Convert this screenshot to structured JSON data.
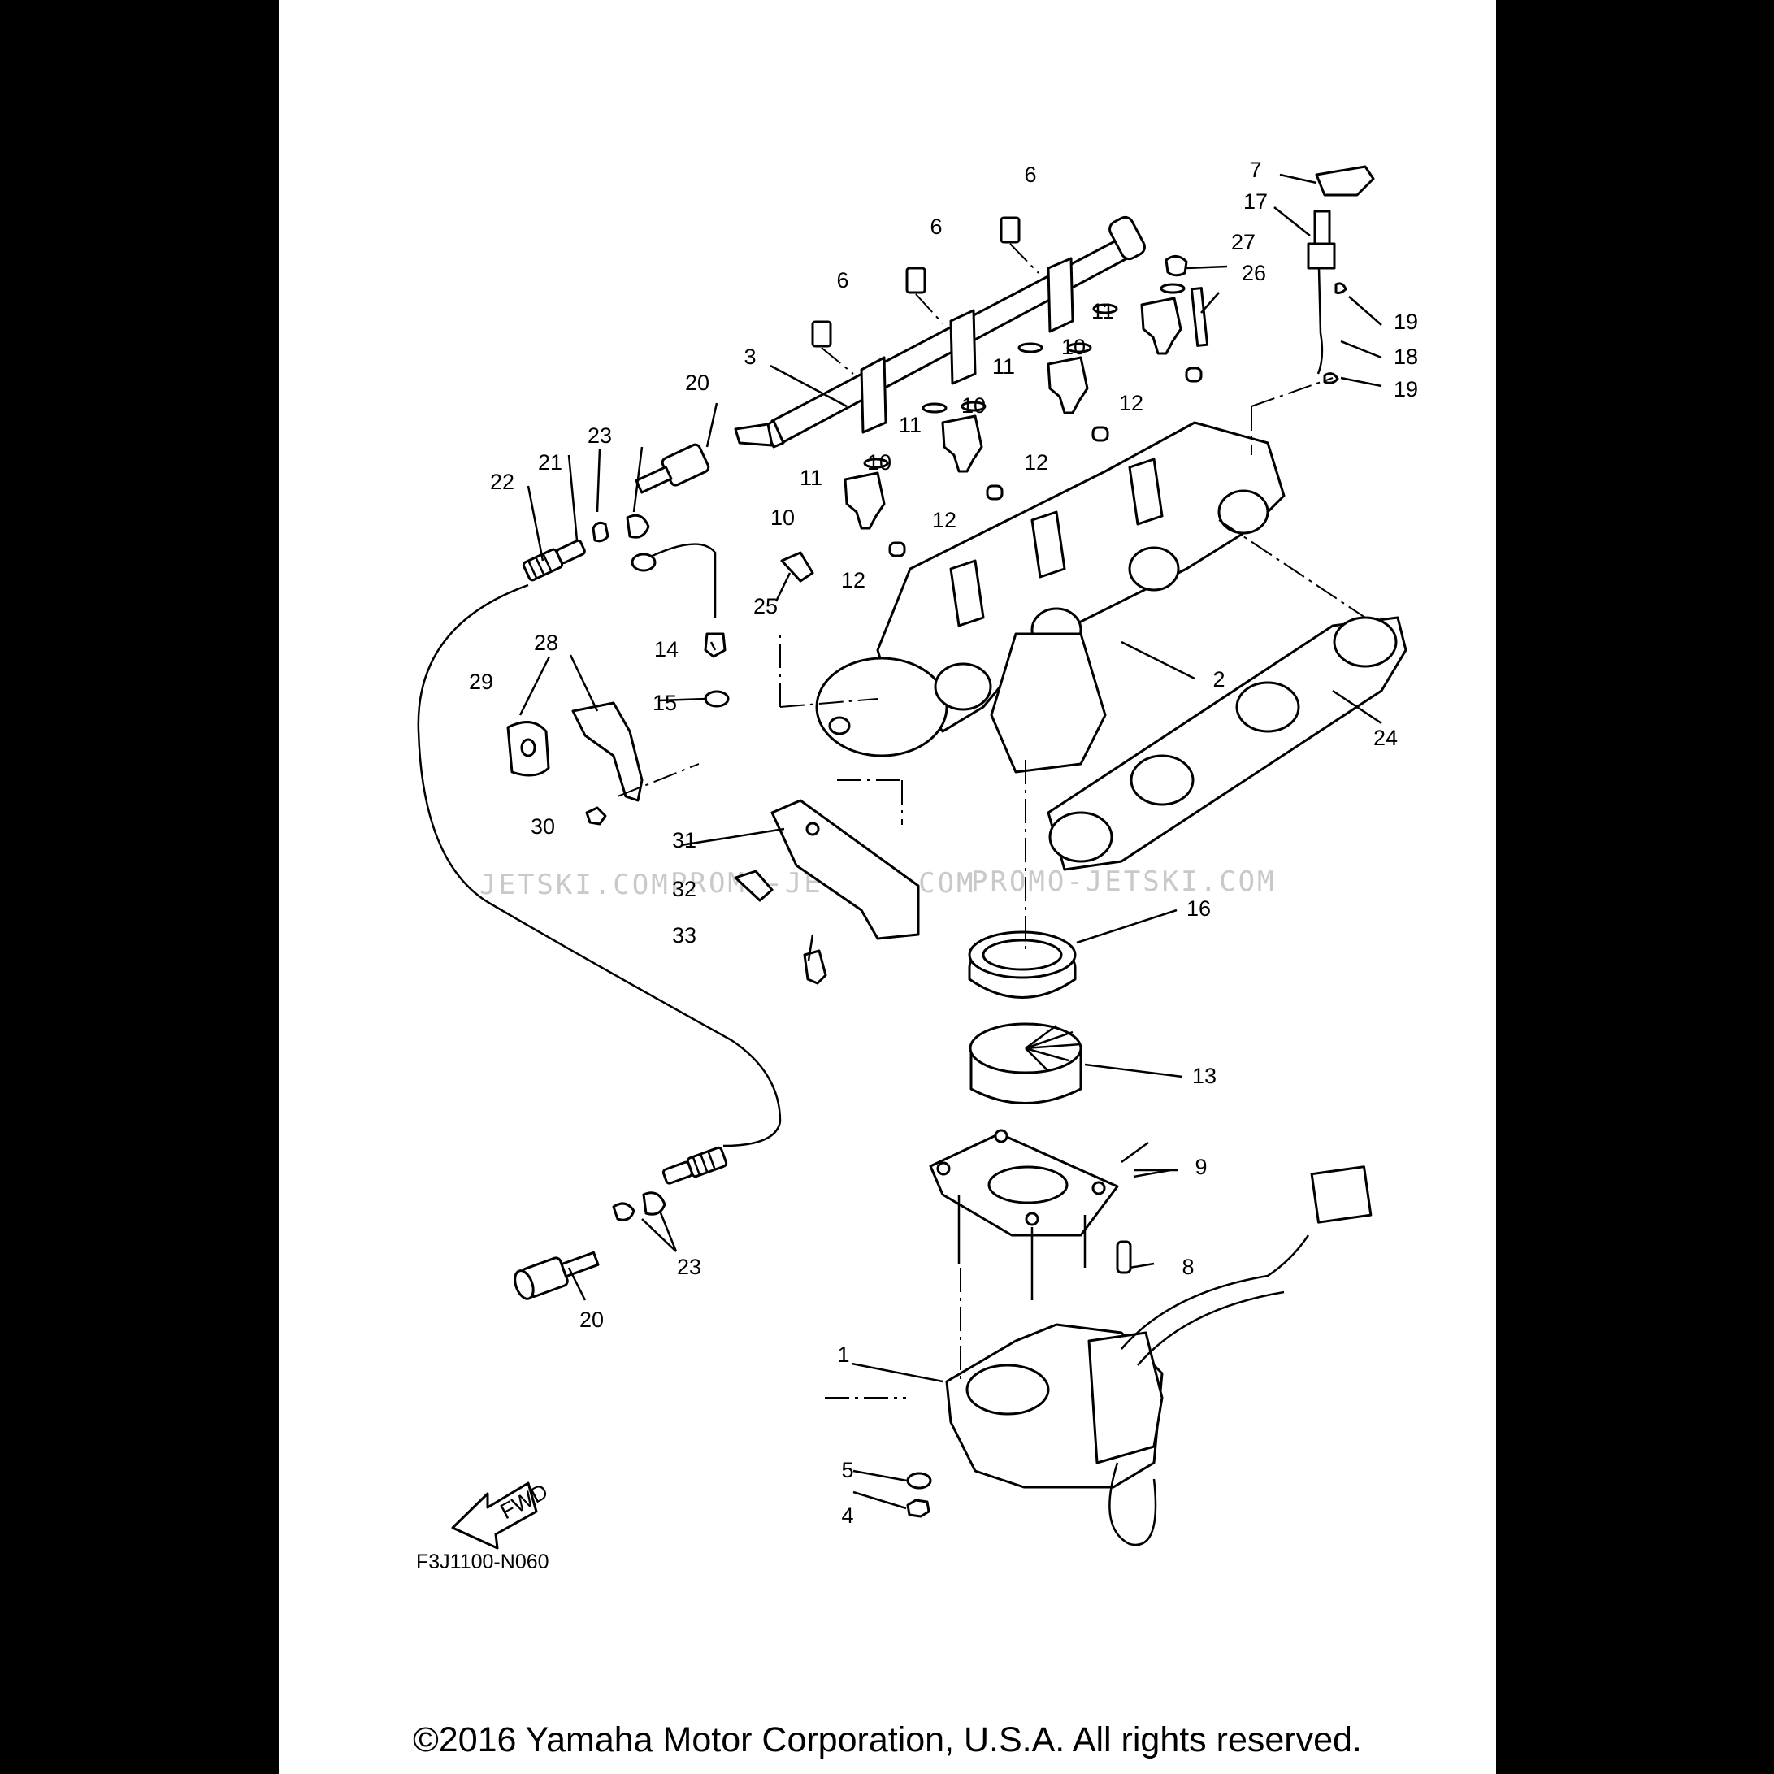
{
  "callouts": {
    "n1": "1",
    "n2": "2",
    "n3": "3",
    "n4": "4",
    "n5": "5",
    "n6": "6",
    "n7": "7",
    "n8": "8",
    "n9": "9",
    "n10": "10",
    "n11": "11",
    "n12": "12",
    "n13": "13",
    "n14": "14",
    "n15": "15",
    "n16": "16",
    "n17": "17",
    "n18": "18",
    "n19": "19",
    "n20": "20",
    "n21": "21",
    "n22": "22",
    "n23": "23",
    "n24": "24",
    "n25": "25",
    "n26": "26",
    "n27": "27",
    "n28": "28",
    "n29": "29",
    "n30": "30",
    "n31": "31",
    "n32": "32",
    "n33": "33"
  },
  "watermark": {
    "left": "JETSKI.COM",
    "center": "PROMO-JETSKI.COM",
    "right": "PROMO-JETSKI.COM"
  },
  "fwd_arrow_text": "FWD",
  "diagram_code": "F3J1100-N060",
  "copyright": "©2016 Yamaha Motor Corporation, U.S.A. All rights reserved."
}
